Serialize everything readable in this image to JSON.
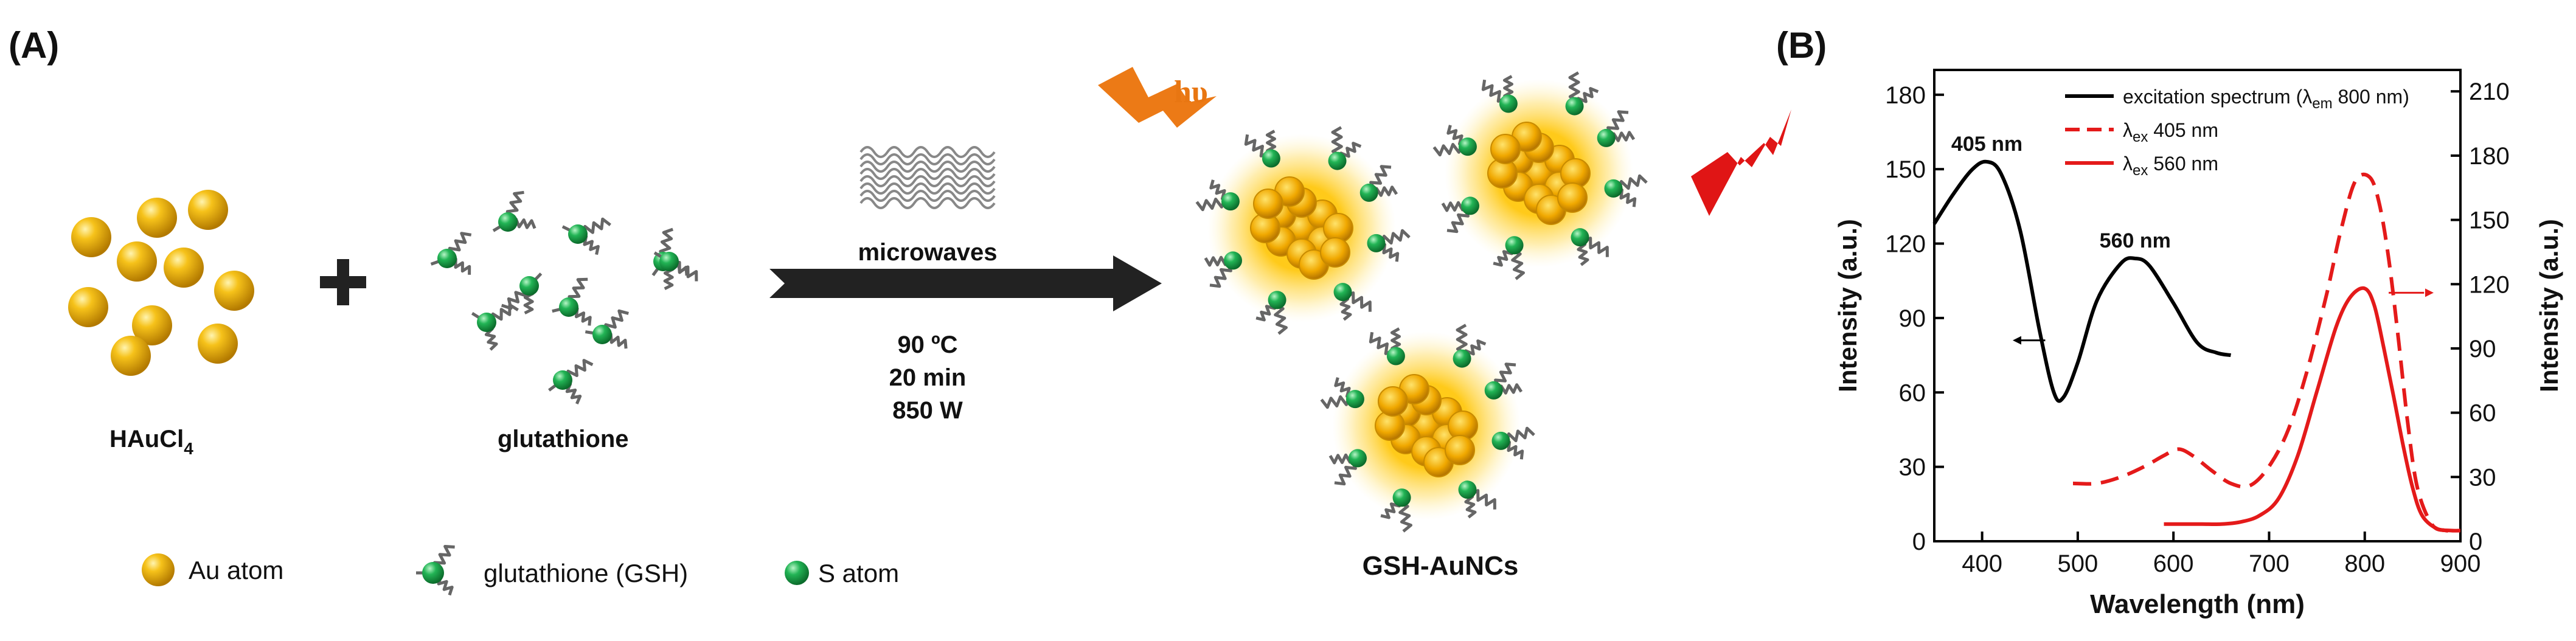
{
  "colors": {
    "gold": "#f2b705",
    "gold_dark": "#b98300",
    "green": "#1aa64a",
    "ligand": "#666666",
    "arrow": "#222222",
    "hv": "#e87612",
    "emission": "#e01515",
    "black_curve": "#000000",
    "red_curve": "#e41a1a"
  },
  "panel_a": {
    "label": "(A)",
    "reactant1": {
      "name": "HAuCl",
      "sub": "4"
    },
    "plus": "+",
    "reactant2": "glutathione",
    "arrow_top": "microwaves",
    "conditions": [
      "90 ºC",
      "20 min",
      "850 W"
    ],
    "light": "hυ",
    "product": "GSH-AuNCs",
    "legend": {
      "au": "Au atom",
      "gsh": "glutathione (GSH)",
      "s": "S atom"
    },
    "icons": [
      "gold-sphere-icon",
      "ligand-icon",
      "sulfur-atom-icon",
      "microwave-icon",
      "lightning-icon",
      "arrow-icon"
    ]
  },
  "panel_b": {
    "label": "(B)"
  },
  "chart_data": {
    "type": "line",
    "xlabel": "Wavelength (nm)",
    "ylabel_left": "Intensity (a.u.)",
    "ylabel_right": "Intensity (a.u.)",
    "xlim": [
      350,
      900
    ],
    "ylim_left": [
      0,
      190
    ],
    "ylim_right": [
      0,
      220
    ],
    "x_ticks": [
      400,
      500,
      600,
      700,
      800,
      900
    ],
    "y_ticks_left": [
      0,
      30,
      60,
      90,
      120,
      150,
      180
    ],
    "y_ticks_right": [
      0,
      30,
      60,
      90,
      120,
      150,
      180,
      210
    ],
    "annotations": [
      {
        "text": "405 nm",
        "x": 405,
        "y": 153
      },
      {
        "text": "560 nm",
        "x": 560,
        "y": 114
      }
    ],
    "legend": [
      {
        "main": "excitation spectrum (",
        "greek": "λ",
        "sub": "em",
        "rest": " 800 nm)",
        "style": "solid",
        "color": "#000000"
      },
      {
        "main": "",
        "greek": "λ",
        "sub": "ex",
        "rest": " 405 nm",
        "style": "dashed",
        "color": "#e41a1a"
      },
      {
        "main": "",
        "greek": "λ",
        "sub": "ex",
        "rest": " 560 nm",
        "style": "solid",
        "color": "#e41a1a"
      }
    ],
    "series": [
      {
        "name": "excitation spectrum (λem 800 nm)",
        "axis": "left",
        "style": "solid",
        "x": [
          350,
          370,
          390,
          405,
          420,
          440,
          460,
          475,
          485,
          500,
          520,
          545,
          560,
          575,
          600,
          625,
          645,
          660
        ],
        "y": [
          128,
          140,
          150,
          153,
          148,
          125,
          85,
          60,
          58,
          72,
          97,
          112,
          114,
          111,
          96,
          80,
          76,
          75
        ]
      },
      {
        "name": "λex 405 nm",
        "axis": "right",
        "style": "dashed",
        "x": [
          495,
          520,
          545,
          570,
          590,
          605,
          620,
          640,
          660,
          680,
          700,
          720,
          740,
          760,
          775,
          790,
          805,
          815,
          825,
          835,
          845,
          855,
          870,
          885,
          900
        ],
        "y": [
          27,
          27,
          30,
          35,
          40,
          43,
          40,
          33,
          27,
          26,
          35,
          52,
          80,
          115,
          145,
          168,
          170,
          158,
          132,
          95,
          55,
          25,
          8,
          5,
          5
        ]
      },
      {
        "name": "λex 560 nm",
        "axis": "right",
        "style": "solid",
        "x": [
          590,
          610,
          630,
          650,
          670,
          690,
          710,
          730,
          750,
          770,
          785,
          800,
          810,
          820,
          830,
          840,
          850,
          860,
          875,
          890,
          900
        ],
        "y": [
          8,
          8,
          8,
          8,
          9,
          12,
          20,
          40,
          70,
          100,
          114,
          118,
          110,
          90,
          68,
          45,
          25,
          12,
          6,
          5,
          5
        ]
      }
    ],
    "axis_arrows": [
      {
        "series": "excitation",
        "direction": "left"
      },
      {
        "series": "emission",
        "direction": "right"
      }
    ]
  }
}
